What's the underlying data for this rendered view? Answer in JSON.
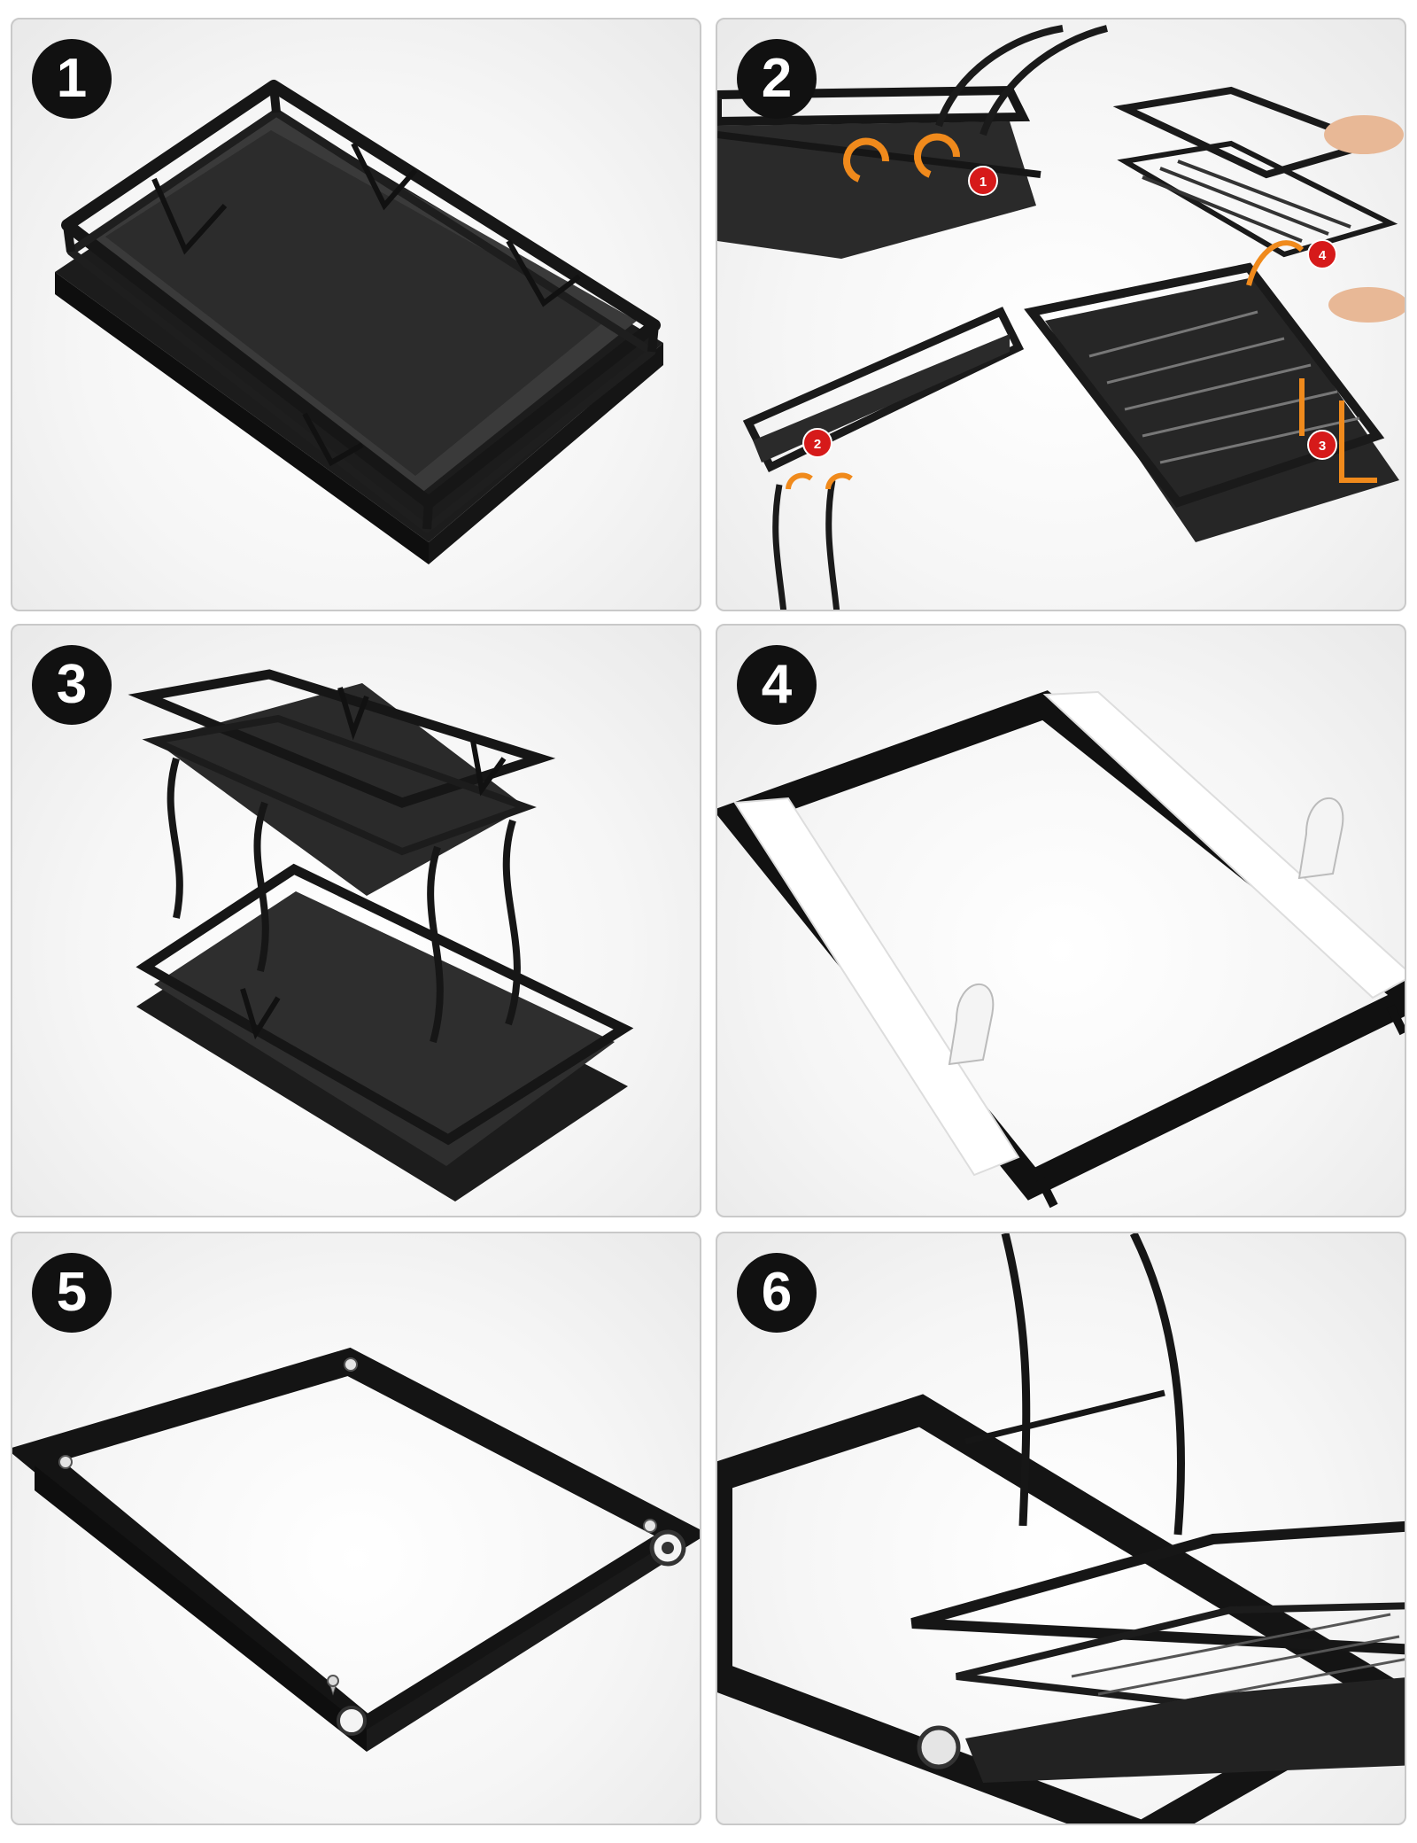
{
  "steps": [
    {
      "number": "1"
    },
    {
      "number": "2",
      "markers": [
        "1",
        "2",
        "3",
        "4"
      ]
    },
    {
      "number": "3"
    },
    {
      "number": "4"
    },
    {
      "number": "5"
    },
    {
      "number": "6"
    }
  ],
  "colors": {
    "frame": "#1a1a1a",
    "tray": "#2e2e2e",
    "tape": "#ffffff",
    "marker": "#d61a1a",
    "arrow": "#f08a1c",
    "panel_border": "#c9c9c9"
  }
}
